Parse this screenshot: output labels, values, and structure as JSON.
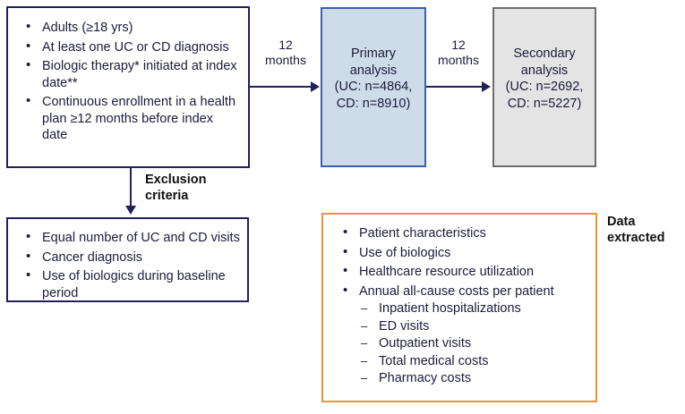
{
  "inclusion_box": {
    "items": [
      "Adults (≥18 yrs)",
      "At least one UC or CD diagnosis",
      "Biologic therapy* initiated at index date**",
      "Continuous enrollment in a health plan ≥12 months before index date"
    ]
  },
  "edges": {
    "first_interval_line1": "12",
    "first_interval_line2": "months",
    "second_interval_line1": "12",
    "second_interval_line2": "months",
    "exclusion_label_line1": "Exclusion",
    "exclusion_label_line2": "criteria",
    "data_extracted_line1": "Data",
    "data_extracted_line2": "extracted"
  },
  "primary_analysis": {
    "title_line1": "Primary",
    "title_line2": "analysis",
    "n_line1": "(UC: n=4864,",
    "n_line2": "CD: n=8910)"
  },
  "secondary_analysis": {
    "title_line1": "Secondary",
    "title_line2": "analysis",
    "n_line1": "(UC: n=2692,",
    "n_line2": "CD: n=5227)"
  },
  "exclusion_box": {
    "items": [
      "Equal number of UC and CD visits",
      "Cancer diagnosis",
      "Use of biologics during baseline period"
    ]
  },
  "data_box": {
    "items": [
      "Patient characteristics",
      "Use of biologics",
      "Healthcare resource utilization",
      "Annual all-cause costs per patient"
    ],
    "subitems": [
      "Inpatient hospitalizations",
      "ED visits",
      "Outpatient visits",
      "Total medical costs",
      "Pharmacy costs"
    ]
  },
  "colors": {
    "navy": "#21215c",
    "blue_border": "#3b62ab",
    "blue_fill": "#cedcea",
    "grey_border": "#6d6d6d",
    "grey_fill": "#e4e4e4",
    "orange": "#f29233",
    "text": "#1c1c3a"
  }
}
